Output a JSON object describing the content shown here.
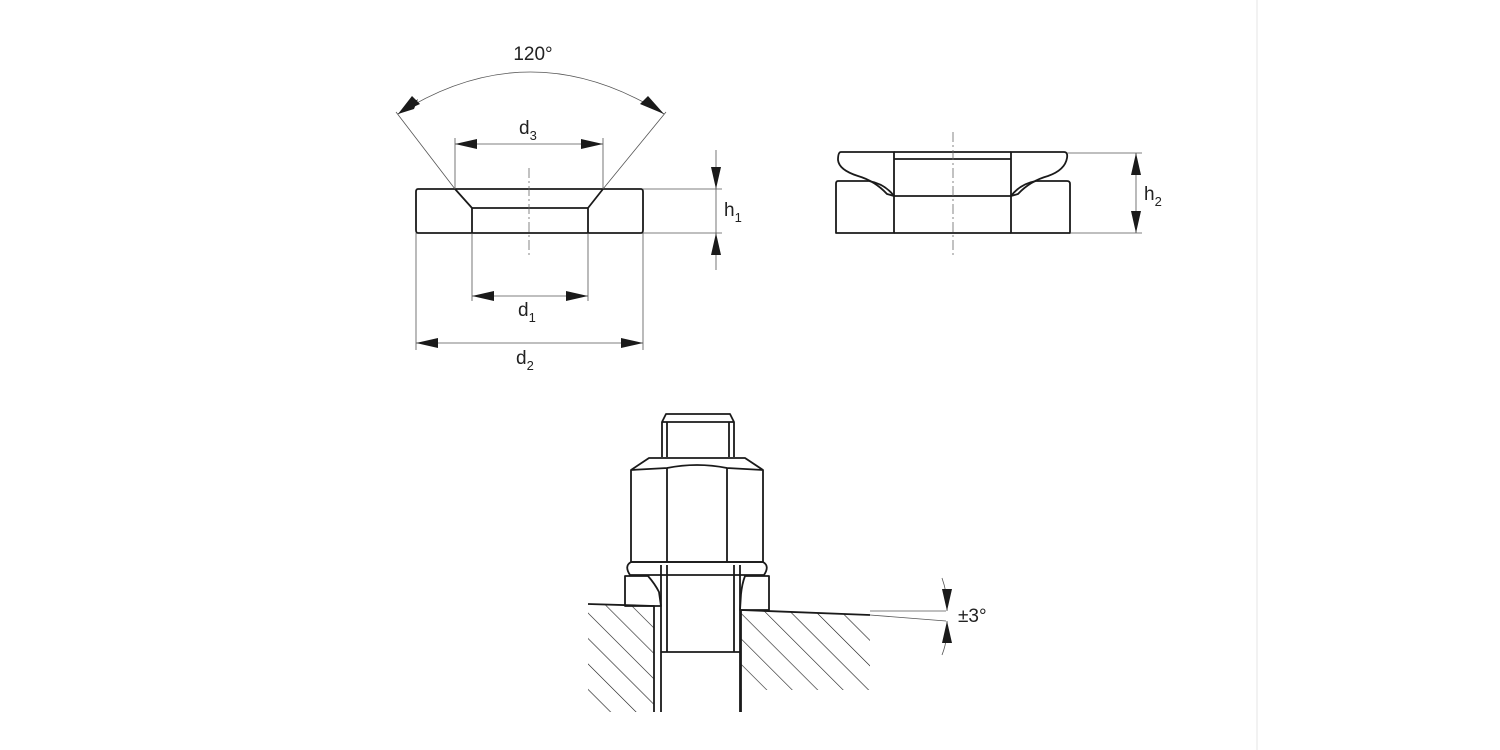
{
  "labels": {
    "angle": "120°",
    "d3": {
      "base": "d",
      "sub": "3"
    },
    "d1": {
      "base": "d",
      "sub": "1"
    },
    "d2": {
      "base": "d",
      "sub": "2"
    },
    "h1": {
      "base": "h",
      "sub": "1"
    },
    "h2": {
      "base": "h",
      "sub": "2"
    },
    "tilt": "±3°"
  }
}
